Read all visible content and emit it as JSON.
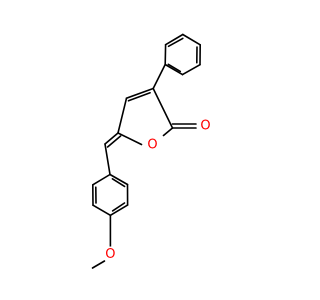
{
  "molecule": {
    "atoms": {
      "carbonyl_oxygen": {
        "label": "O",
        "color": "#ff0000"
      },
      "ring_oxygen": {
        "label": "O",
        "color": "#ff0000"
      },
      "methoxy_oxygen": {
        "label": "O",
        "color": "#ff0000"
      }
    },
    "bond_color": "#000000",
    "background_color": "#ffffff"
  }
}
